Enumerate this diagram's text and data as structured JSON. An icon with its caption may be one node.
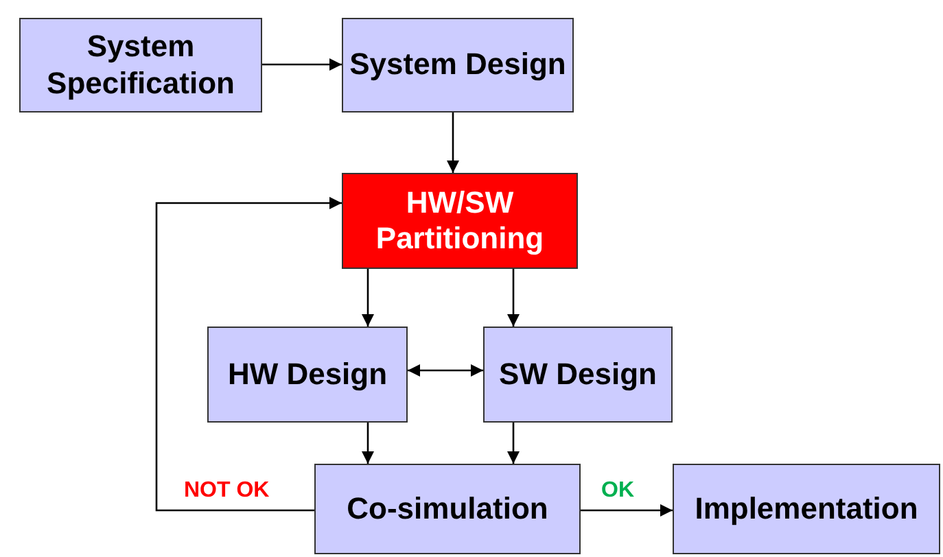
{
  "diagram": {
    "nodes": [
      {
        "text": [
          "System Specification"
        ]
      },
      {
        "text": [
          "System Design"
        ]
      },
      {
        "text": [
          "HW/SW Partitioning"
        ]
      },
      {
        "text": [
          "HW Design"
        ]
      },
      {
        "text": [
          "SW Design"
        ]
      },
      {
        "text": [
          "Co-simulation"
        ]
      },
      {
        "text": [
          "Implementation"
        ]
      }
    ],
    "edges": [
      {
        "from": 0,
        "to": 1,
        "arrow": "to"
      },
      {
        "from": 1,
        "to": 2,
        "arrow": "to"
      },
      {
        "from": 2,
        "to": 3,
        "arrow": "to"
      },
      {
        "from": 2,
        "to": 4,
        "arrow": "to"
      },
      {
        "from": 3,
        "to": 4,
        "arrow": "both"
      },
      {
        "from": 3,
        "to": 5,
        "arrow": "to"
      },
      {
        "from": 4,
        "to": 5,
        "arrow": "to"
      },
      {
        "from": 5,
        "to": 2,
        "arrow": "to",
        "label": "NOT OK"
      },
      {
        "from": 5,
        "to": 6,
        "arrow": "to",
        "label": "OK"
      }
    ]
  }
}
